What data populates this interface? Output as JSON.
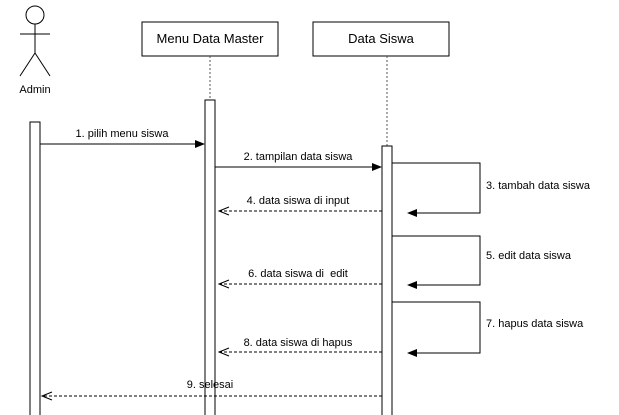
{
  "actors": [
    {
      "id": "admin",
      "label": "Admin",
      "kind": "actor"
    },
    {
      "id": "menu",
      "label": "Menu Data Master",
      "kind": "object"
    },
    {
      "id": "siswa",
      "label": "Data Siswa",
      "kind": "object"
    }
  ],
  "messages": [
    {
      "label": "1. pilih menu siswa",
      "from": "admin",
      "to": "menu",
      "style": "solid"
    },
    {
      "label": "2. tampilan data siswa",
      "from": "menu",
      "to": "siswa",
      "style": "solid"
    },
    {
      "label": "3. tambah data siswa",
      "from": "siswa",
      "to": "siswa",
      "style": "self"
    },
    {
      "label": "4. data siswa di input",
      "from": "siswa",
      "to": "menu",
      "style": "dashed"
    },
    {
      "label": "5. edit data siswa",
      "from": "siswa",
      "to": "siswa",
      "style": "self"
    },
    {
      "label": "6. data siswa di  edit",
      "from": "siswa",
      "to": "menu",
      "style": "dashed"
    },
    {
      "label": "7. hapus data siswa",
      "from": "siswa",
      "to": "siswa",
      "style": "self"
    },
    {
      "label": "8. data siswa di hapus",
      "from": "siswa",
      "to": "menu",
      "style": "dashed"
    },
    {
      "label": "9. selesai",
      "from": "siswa",
      "to": "admin",
      "style": "dashed"
    }
  ],
  "colors": {
    "line": "#000000",
    "box_fill": "#ffffff",
    "lifeline": "#555555"
  }
}
